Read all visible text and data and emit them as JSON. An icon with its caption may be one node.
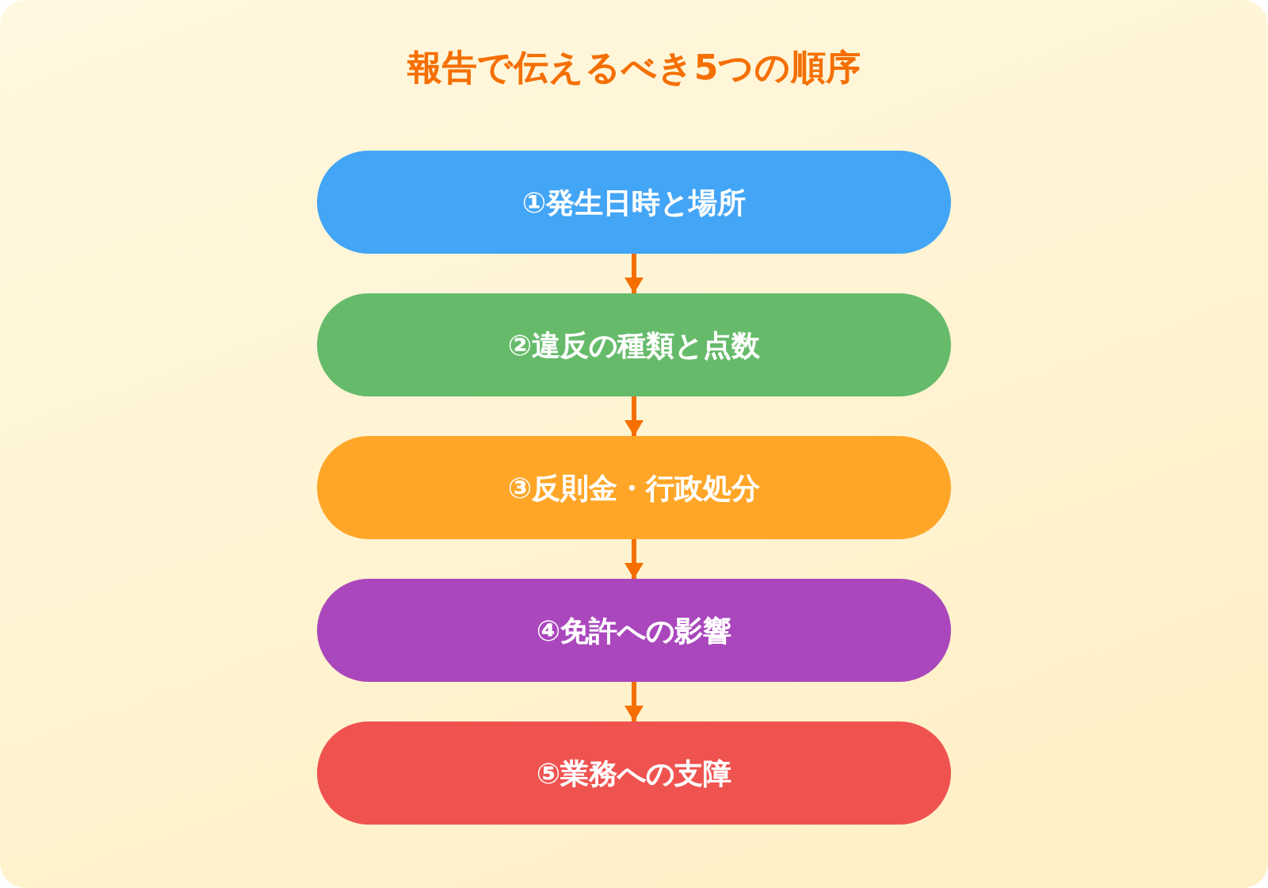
{
  "diagram": {
    "title": "報告で伝えるべき5つの順序",
    "nodes": [
      {
        "text": [
          "①発生日時と場所"
        ]
      },
      {
        "text": [
          "②違反の種類と点数"
        ]
      },
      {
        "text": [
          "③反則金・行政処分"
        ]
      },
      {
        "text": [
          "④免許への影響"
        ]
      },
      {
        "text": [
          "⑤業務への支障"
        ]
      }
    ],
    "edges": [
      {
        "from": 0,
        "to": 1,
        "arrow": "to"
      },
      {
        "from": 1,
        "to": 2,
        "arrow": "to"
      },
      {
        "from": 2,
        "to": 3,
        "arrow": "to"
      },
      {
        "from": 3,
        "to": 4,
        "arrow": "to"
      }
    ]
  }
}
